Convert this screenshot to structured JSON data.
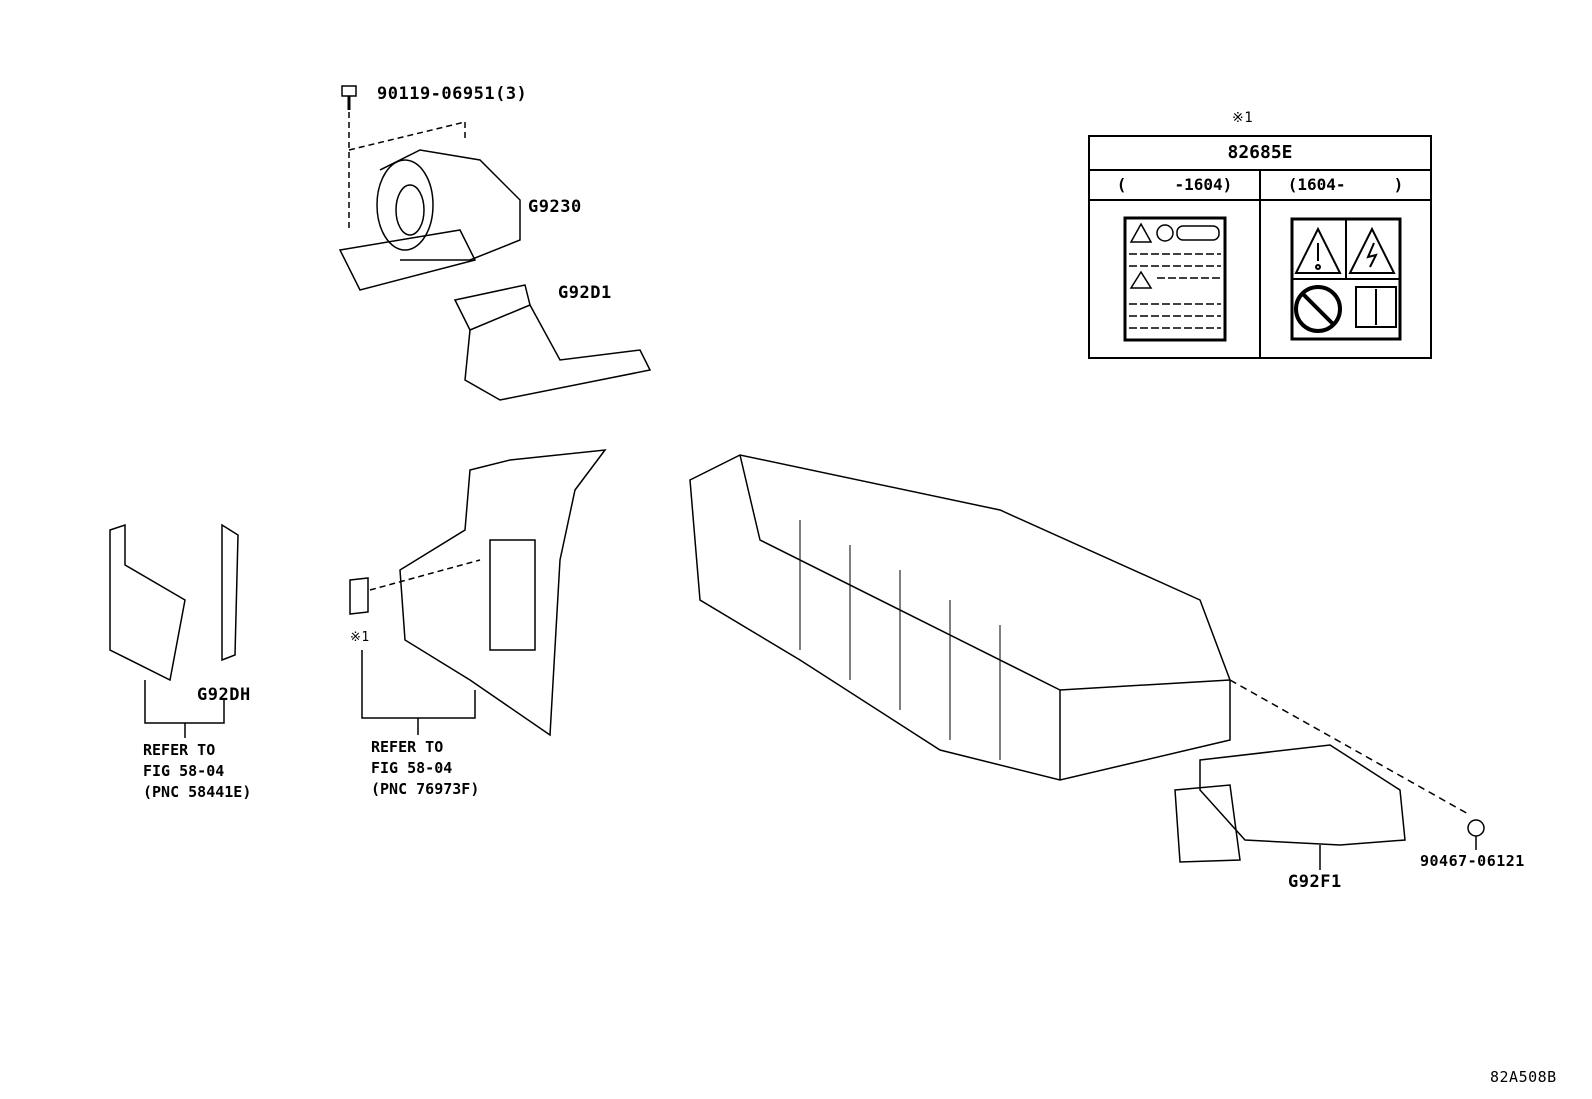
{
  "parts": {
    "bolt": "90119-06951(3)",
    "blower": "G9230",
    "duct": "G92D1",
    "cover_left": "G92DH",
    "cover_right": "G92F1",
    "clip": "90467-06121"
  },
  "references": [
    {
      "line1": "REFER TO",
      "line2": "FIG 58-04",
      "line3": "(PNC 58441E)"
    },
    {
      "line1": "REFER TO",
      "line2": "FIG 58-04",
      "line3": "(PNC 76973F)"
    }
  ],
  "label_table": {
    "note_mark": "※1",
    "part_number": "82685E",
    "columns": [
      {
        "range": "(     -1604)",
        "icon": "old-warning-label-icon"
      },
      {
        "range": "(1604-     )",
        "icon": "new-warning-label-icon"
      }
    ]
  },
  "label_note_mark": "※1",
  "figure_code": "82A508B"
}
